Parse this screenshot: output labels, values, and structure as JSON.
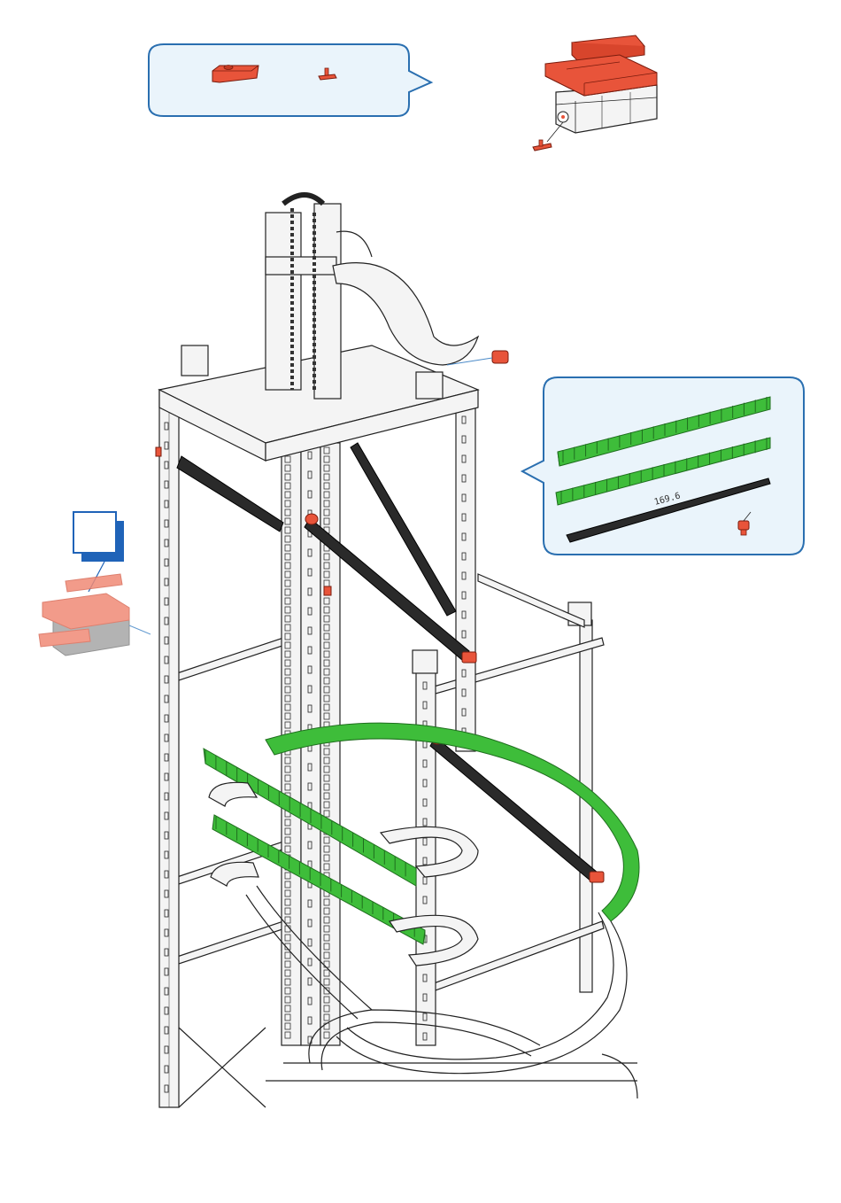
{
  "callout_parts": {
    "rod_length_label": "169.6"
  },
  "colors": {
    "red_part": "#e8543a",
    "red_dark": "#b8321c",
    "green_track": "#3ebd3a",
    "green_dark": "#1f8a22",
    "black_rod": "#2a2a2a",
    "frame_white": "#f4f4f4",
    "outline": "#222222",
    "callout_fill": "#eaf4fb",
    "callout_stroke": "#2a6fb0",
    "ghost_red": "#f08a76",
    "ghost_gray": "#a6a6a6",
    "step_badge_blue": "#1f63b8"
  },
  "icons": {
    "connector_red": "red-connector",
    "pin_red": "red-pin",
    "step_badge": "square-badge"
  }
}
